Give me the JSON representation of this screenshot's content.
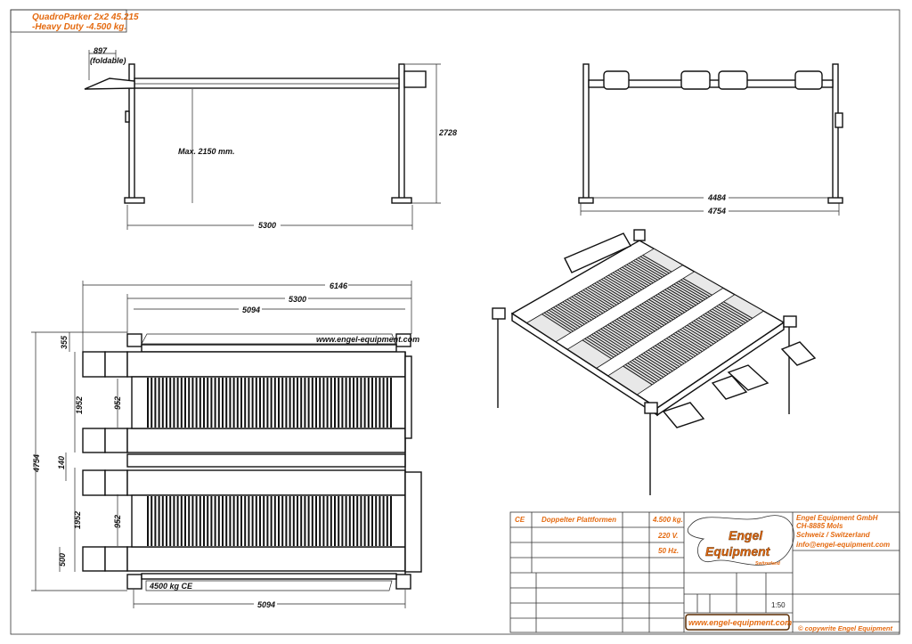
{
  "header": {
    "title_line1": "QuadroParker 2x2 45.215",
    "title_line2": "-Heavy Duty    -4.500 kg."
  },
  "side_view": {
    "dim_ramp": "897",
    "dim_ramp_note": "(foldable)",
    "dim_clearance": "Max. 2150 mm.",
    "dim_height": "2728",
    "dim_length": "5300"
  },
  "front_view": {
    "dim_inner": "4484",
    "dim_outer": "4754"
  },
  "plan_view": {
    "dim_total": "6146",
    "dim_length": "5300",
    "dim_platform": "5094",
    "dim_platform_bottom": "5094",
    "dim_width": "4754",
    "dim_355": "355",
    "dim_1952_a": "1952",
    "dim_952_a": "952",
    "dim_140": "140",
    "dim_1952_b": "1952",
    "dim_952_b": "952",
    "dim_500": "500",
    "beam_label_top": "www.engel-equipment.com",
    "beam_label_bottom": "4500 kg     CE"
  },
  "title_block": {
    "cert": "CE",
    "description": "Doppelter Plattformen",
    "capacity": "4.500 kg.",
    "voltage": "220 V.",
    "frequency": "50 Hz.",
    "logo_line1": "Engel",
    "logo_line2": "Equipment",
    "logo_sub": "Switzerland",
    "company": "Engel Equipment GmbH",
    "address": "CH-8885    Mols",
    "country": "Schweiz / Switzerland",
    "email": "info@engel-equipment.com",
    "scale": "1:50",
    "website": "www.engel-equipment.com",
    "copyright": "© copywrite  Engel Equipment"
  },
  "colors": {
    "accent": "#e46a10",
    "line": "#111111"
  }
}
